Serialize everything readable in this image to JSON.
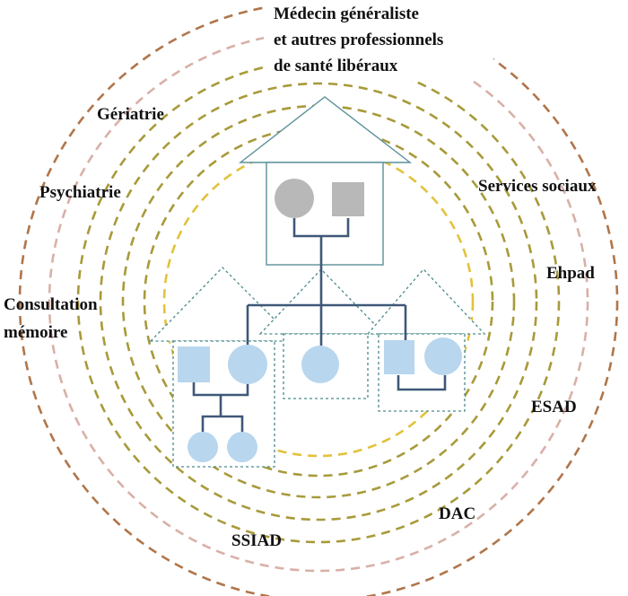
{
  "labels": {
    "medecin_line1": "Médecin généraliste",
    "medecin_line2": "et autres professionnels",
    "medecin_line3": "de santé libéraux",
    "geriatrie": "Gériatrie",
    "psychiatrie": "Psychiatrie",
    "consultation_line1": "Consultation",
    "consultation_line2": "mémoire",
    "services_sociaux": "Services sociaux",
    "ehpad": "Ehpad",
    "esad": "ESAD",
    "dac": "DAC",
    "ssiad": "SSIAD"
  },
  "colors": {
    "ring_outer": "#b0754a",
    "ring_pink": "#d8b0a8",
    "ring_olive": "#a89a3a",
    "ring_inner": "#e2c23c",
    "house_outline": "#5a9098",
    "dotted_house": "#4a8a8c",
    "line": "#3e5878",
    "gray_fill": "#b8b8b8",
    "blue_fill": "#b8d6ee"
  }
}
